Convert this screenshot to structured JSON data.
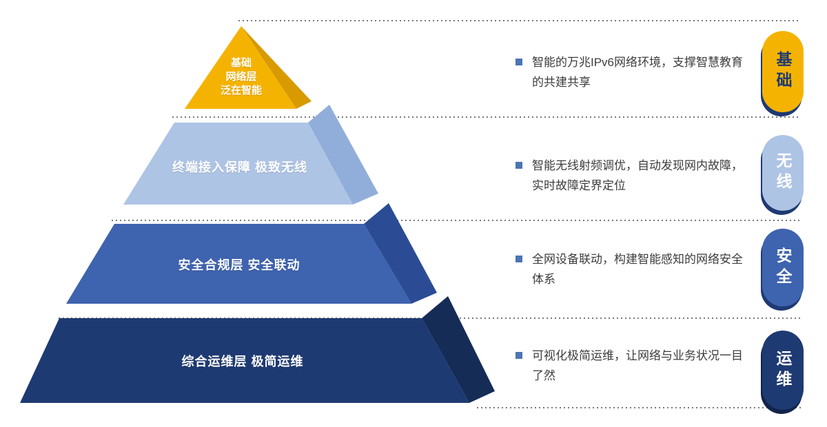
{
  "pyramid": {
    "layers": [
      {
        "label": "基础网络层 泛在智能",
        "label_lines": [
          "基础",
          "网络层",
          "泛在智能"
        ],
        "color": "#F5B301",
        "side_color": "#D89A00"
      },
      {
        "label": "终端接入保障 极致无线",
        "color": "#AEC4E5",
        "side_color": "#91AEDA"
      },
      {
        "label": "安全合规层 安全联动",
        "color": "#3E63AF",
        "side_color": "#2B4C94"
      },
      {
        "label": "综合运维层 极简运维",
        "color": "#1E3A72",
        "side_color": "#152C57"
      }
    ]
  },
  "bullets": [
    {
      "text": "智能的万兆IPv6网络环境，支撑智慧教育的共建共享"
    },
    {
      "text": "智能无线射频调优，自动发现网内故障，实时故障定界定位"
    },
    {
      "text": "全网设备联动，构建智能感知的网络安全体系"
    },
    {
      "text": "可视化极简运维，让网络与业务状况一目了然"
    }
  ],
  "pills": [
    {
      "label": "基础",
      "color": "#F5B301",
      "text_color": "#1E3A72"
    },
    {
      "label": "无线",
      "color": "#AEC4E5",
      "text_color": "#FFFFFF"
    },
    {
      "label": "安全",
      "color": "#3E63AF",
      "text_color": "#FFFFFF"
    },
    {
      "label": "运维",
      "color": "#1E3A72",
      "text_color": "#FFFFFF"
    }
  ],
  "bullet_marker_color": "#4D74B3",
  "divider_color": "#4A4A4A"
}
